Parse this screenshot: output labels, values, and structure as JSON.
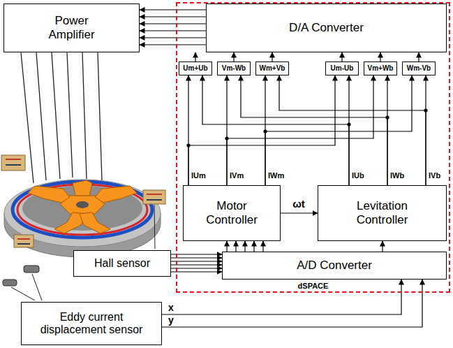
{
  "diagram": {
    "nodes": [
      {
        "text": [
          "Power Amplifier"
        ]
      },
      {
        "text": [
          "dSPACE"
        ]
      },
      {
        "text": [
          "D/A Converter"
        ],
        "in": 1
      },
      {
        "text": [
          "Um+Ub"
        ],
        "in": 1
      },
      {
        "text": [
          "Vm-Wb"
        ],
        "in": 1
      },
      {
        "text": [
          "Wm+Vb"
        ],
        "in": 1
      },
      {
        "text": [
          "Um-Ub"
        ],
        "in": 1
      },
      {
        "text": [
          "Vm+Wb"
        ],
        "in": 1
      },
      {
        "text": [
          "Wm-Vb"
        ],
        "in": 1
      },
      {
        "text": [
          "Motor Controller"
        ],
        "in": 1
      },
      {
        "text": [
          "Levitation Controller"
        ],
        "in": 1
      },
      {
        "text": [
          "A/D Converter"
        ],
        "in": 1
      },
      {
        "text": [
          "Hall sensor"
        ]
      },
      {
        "text": [
          "Eddy current displacement sensor"
        ]
      }
    ],
    "edges": [
      {
        "from": 2,
        "to": 0,
        "arrow": "to"
      },
      {
        "from": 2,
        "to": 0,
        "arrow": "to"
      },
      {
        "from": 2,
        "to": 0,
        "arrow": "to"
      },
      {
        "from": 2,
        "to": 0,
        "arrow": "to"
      },
      {
        "from": 2,
        "to": 0,
        "arrow": "to"
      },
      {
        "from": 2,
        "to": 0,
        "arrow": "to"
      },
      {
        "from": 3,
        "to": 2,
        "arrow": "to"
      },
      {
        "from": 4,
        "to": 2,
        "arrow": "to"
      },
      {
        "from": 5,
        "to": 2,
        "arrow": "to"
      },
      {
        "from": 6,
        "to": 2,
        "arrow": "to"
      },
      {
        "from": 7,
        "to": 2,
        "arrow": "to"
      },
      {
        "from": 8,
        "to": 2,
        "arrow": "to"
      },
      {
        "from": 9,
        "to": 3,
        "arrow": "to"
      },
      {
        "from": 9,
        "to": 4,
        "arrow": "to"
      },
      {
        "from": 9,
        "to": 5,
        "arrow": "to"
      },
      {
        "from": 9,
        "to": 6,
        "arrow": "to"
      },
      {
        "from": 9,
        "to": 7,
        "arrow": "to"
      },
      {
        "from": 9,
        "to": 8,
        "arrow": "to"
      },
      {
        "from": 10,
        "to": 3,
        "arrow": "to"
      },
      {
        "from": 10,
        "to": 4,
        "arrow": "to"
      },
      {
        "from": 10,
        "to": 5,
        "arrow": "to"
      },
      {
        "from": 10,
        "to": 6,
        "arrow": "to"
      },
      {
        "from": 10,
        "to": 7,
        "arrow": "to"
      },
      {
        "from": 10,
        "to": 8,
        "arrow": "to"
      },
      {
        "from": 9,
        "to": 10,
        "label": "ωt",
        "arrow": "to"
      },
      {
        "from": 11,
        "to": 9,
        "arrow": "to"
      },
      {
        "from": 11,
        "to": 9,
        "arrow": "to"
      },
      {
        "from": 11,
        "to": 9,
        "arrow": "to"
      },
      {
        "from": 11,
        "to": 9,
        "arrow": "to"
      },
      {
        "from": 11,
        "to": 9,
        "arrow": "to"
      },
      {
        "from": 11,
        "to": 10,
        "arrow": "to"
      },
      {
        "from": 12,
        "to": 11,
        "arrow": "to"
      },
      {
        "from": 12,
        "to": 11,
        "arrow": "to"
      },
      {
        "from": 12,
        "to": 11,
        "arrow": "to"
      },
      {
        "from": 12,
        "to": 11,
        "arrow": "to"
      },
      {
        "from": 12,
        "to": 11,
        "arrow": "to"
      },
      {
        "from": 12,
        "to": 11,
        "arrow": "to"
      },
      {
        "from": 13,
        "to": 11,
        "label": "x",
        "arrow": "to"
      },
      {
        "from": 13,
        "to": 11,
        "label": "y",
        "arrow": "to"
      }
    ],
    "labels": [
      "IUm",
      "IVm",
      "IWm",
      "IUb",
      "IWb",
      "IVb"
    ]
  }
}
